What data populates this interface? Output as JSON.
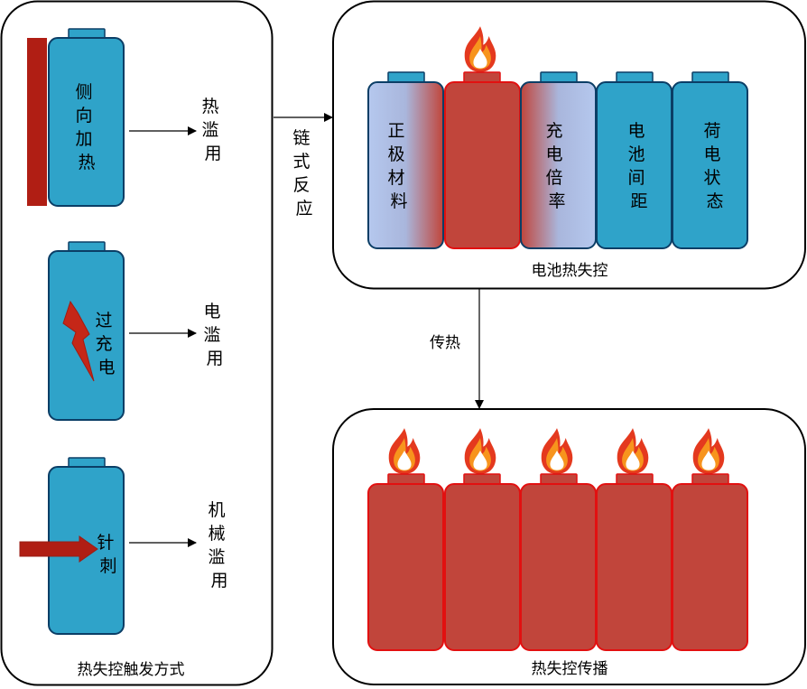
{
  "colors": {
    "battery_blue": "#2fa3c9",
    "battery_stroke": "#0b3e66",
    "hot_red": "#c1453b",
    "hot_stroke": "#e21010",
    "heater_bar": "#b01e14",
    "gradient_light": "#b5c8ee"
  },
  "trigger_panel": {
    "caption": "热失控触发方式",
    "rows": [
      {
        "cell_text": [
          "侧",
          "向",
          "加",
          "热"
        ],
        "abuse_label": [
          "热",
          "滥",
          "用"
        ],
        "icon": "heater-bar-icon"
      },
      {
        "cell_text": [
          "过",
          "充",
          "电"
        ],
        "abuse_label": [
          "电",
          "滥",
          "用"
        ],
        "icon": "lightning-icon"
      },
      {
        "cell_text": [
          "针",
          "刺"
        ],
        "abuse_label": [
          "机",
          "械",
          "滥",
          "用"
        ],
        "icon": "nail-arrow-icon"
      }
    ]
  },
  "chain_reaction_label": [
    "链",
    "式",
    "反",
    "应"
  ],
  "runaway_panel": {
    "caption": "电池热失控",
    "cells": [
      {
        "text": [
          "正",
          "极",
          "材",
          "料"
        ],
        "style": "gradient-right"
      },
      {
        "text": [],
        "style": "hot",
        "flame": true
      },
      {
        "text": [
          "充",
          "电",
          "倍",
          "率"
        ],
        "style": "gradient-left"
      },
      {
        "text": [
          "电",
          "池",
          "间",
          "距"
        ],
        "style": "blue"
      },
      {
        "text": [
          "荷",
          "电",
          "状",
          "态"
        ],
        "style": "blue"
      }
    ]
  },
  "heat_transfer_label": [
    "传",
    "热"
  ],
  "propagation_panel": {
    "caption": "热失控传播",
    "cell_count": 5
  }
}
